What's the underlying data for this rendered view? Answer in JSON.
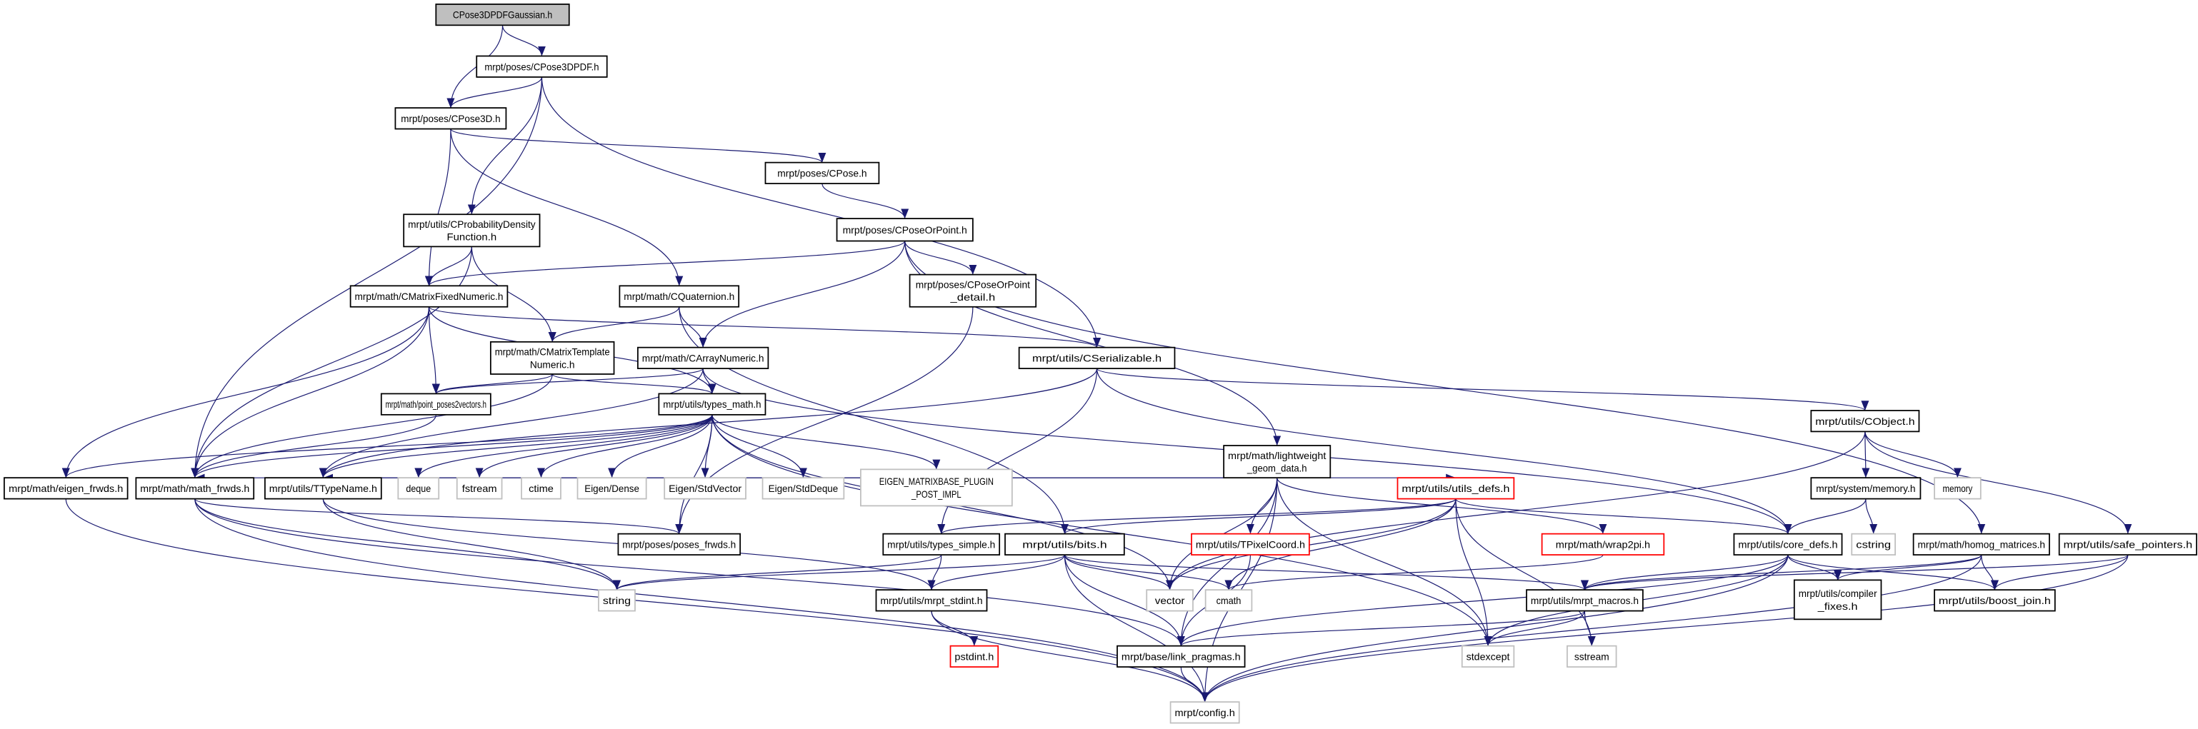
{
  "title": "CPose3DPDFGaussian.h",
  "colors": {
    "edge": "#191970",
    "root_fill": "#bfbfbf",
    "normal_stroke": "#000000",
    "external_stroke": "#bfbfbf",
    "missing_stroke": "#ff0000"
  },
  "nodes": [
    {
      "id": 1,
      "kind": "root",
      "lines": [
        "CPose3DPDFGaussian.h"
      ]
    },
    {
      "id": 2,
      "kind": "normal",
      "lines": [
        "mrpt/poses/CPose3DPDF.h"
      ]
    },
    {
      "id": 3,
      "kind": "normal",
      "lines": [
        "mrpt/poses/CPose3D.h"
      ]
    },
    {
      "id": 4,
      "kind": "normal",
      "lines": [
        "mrpt/poses/CPose.h"
      ]
    },
    {
      "id": 5,
      "kind": "normal",
      "lines": [
        "mrpt/poses/CPoseOrPoint.h"
      ]
    },
    {
      "id": 6,
      "kind": "normal",
      "lines": [
        "mrpt/utils/CProbabilityDensity",
        "Function.h"
      ]
    },
    {
      "id": 7,
      "kind": "normal",
      "lines": [
        "mrpt/math/CMatrixFixedNumeric.h"
      ]
    },
    {
      "id": 8,
      "kind": "normal",
      "lines": [
        "mrpt/math/CQuaternion.h"
      ]
    },
    {
      "id": 9,
      "kind": "normal",
      "lines": [
        "mrpt/poses/CPoseOrPoint",
        "_detail.h"
      ]
    },
    {
      "id": 10,
      "kind": "normal",
      "lines": [
        "mrpt/math/CMatrixTemplate",
        "Numeric.h"
      ]
    },
    {
      "id": 11,
      "kind": "normal",
      "lines": [
        "mrpt/math/CArrayNumeric.h"
      ]
    },
    {
      "id": 12,
      "kind": "normal",
      "lines": [
        "mrpt/utils/CSerializable.h"
      ]
    },
    {
      "id": 13,
      "kind": "normal",
      "lines": [
        "mrpt/math/point_poses2vectors.h"
      ]
    },
    {
      "id": 14,
      "kind": "normal",
      "lines": [
        "mrpt/utils/types_math.h"
      ]
    },
    {
      "id": 15,
      "kind": "normal",
      "lines": [
        "mrpt/math/lightweight",
        "_geom_data.h"
      ]
    },
    {
      "id": 16,
      "kind": "normal",
      "lines": [
        "mrpt/utils/CObject.h"
      ]
    },
    {
      "id": 17,
      "kind": "normal",
      "lines": [
        "mrpt/math/eigen_frwds.h"
      ]
    },
    {
      "id": 18,
      "kind": "normal",
      "lines": [
        "mrpt/math/math_frwds.h"
      ]
    },
    {
      "id": 19,
      "kind": "normal",
      "lines": [
        "mrpt/utils/TTypeName.h"
      ]
    },
    {
      "id": 20,
      "kind": "external",
      "lines": [
        "deque"
      ]
    },
    {
      "id": 21,
      "kind": "external",
      "lines": [
        "fstream"
      ]
    },
    {
      "id": 22,
      "kind": "external",
      "lines": [
        "ctime"
      ]
    },
    {
      "id": 23,
      "kind": "external",
      "lines": [
        "Eigen/Dense"
      ]
    },
    {
      "id": 24,
      "kind": "external",
      "lines": [
        "Eigen/StdVector"
      ]
    },
    {
      "id": 25,
      "kind": "external",
      "lines": [
        "Eigen/StdDeque"
      ]
    },
    {
      "id": 26,
      "kind": "external",
      "lines": [
        "EIGEN_MATRIXBASE_PLUGIN",
        "_POST_IMPL"
      ]
    },
    {
      "id": 27,
      "kind": "normal",
      "lines": [
        "mrpt/poses/poses_frwds.h"
      ]
    },
    {
      "id": 28,
      "kind": "missing",
      "lines": [
        "mrpt/utils/utils_defs.h"
      ]
    },
    {
      "id": 29,
      "kind": "normal",
      "lines": [
        "mrpt/utils/types_simple.h"
      ]
    },
    {
      "id": 30,
      "kind": "normal",
      "lines": [
        "mrpt/utils/bits.h"
      ]
    },
    {
      "id": 31,
      "kind": "missing",
      "lines": [
        "mrpt/utils/TPixelCoord.h"
      ]
    },
    {
      "id": 32,
      "kind": "missing",
      "lines": [
        "mrpt/math/wrap2pi.h"
      ]
    },
    {
      "id": 33,
      "kind": "normal",
      "lines": [
        "mrpt/utils/core_defs.h"
      ]
    },
    {
      "id": 34,
      "kind": "normal",
      "lines": [
        "mrpt/system/memory.h"
      ]
    },
    {
      "id": 35,
      "kind": "external",
      "lines": [
        "memory"
      ]
    },
    {
      "id": 36,
      "kind": "external",
      "lines": [
        "cstring"
      ]
    },
    {
      "id": 37,
      "kind": "normal",
      "lines": [
        "mrpt/math/homog_matrices.h"
      ]
    },
    {
      "id": 38,
      "kind": "normal",
      "lines": [
        "mrpt/utils/safe_pointers.h"
      ]
    },
    {
      "id": 39,
      "kind": "external",
      "lines": [
        "string"
      ]
    },
    {
      "id": 40,
      "kind": "normal",
      "lines": [
        "mrpt/utils/mrpt_stdint.h"
      ]
    },
    {
      "id": 41,
      "kind": "external",
      "lines": [
        "vector"
      ]
    },
    {
      "id": 42,
      "kind": "external",
      "lines": [
        "cmath"
      ]
    },
    {
      "id": 43,
      "kind": "normal",
      "lines": [
        "mrpt/utils/mrpt_macros.h"
      ]
    },
    {
      "id": 44,
      "kind": "normal",
      "lines": [
        "mrpt/utils/compiler",
        "_fixes.h"
      ]
    },
    {
      "id": 45,
      "kind": "normal",
      "lines": [
        "mrpt/utils/boost_join.h"
      ]
    },
    {
      "id": 46,
      "kind": "missing",
      "lines": [
        "pstdint.h"
      ]
    },
    {
      "id": 47,
      "kind": "normal",
      "lines": [
        "mrpt/base/link_pragmas.h"
      ]
    },
    {
      "id": 48,
      "kind": "external",
      "lines": [
        "stdexcept"
      ]
    },
    {
      "id": 49,
      "kind": "external",
      "lines": [
        "sstream"
      ]
    },
    {
      "id": 50,
      "kind": "external",
      "lines": [
        "mrpt/config.h"
      ]
    }
  ],
  "edges": [
    [
      1,
      3
    ],
    [
      1,
      2
    ],
    [
      2,
      3
    ],
    [
      2,
      6
    ],
    [
      2,
      18
    ],
    [
      2,
      12
    ],
    [
      3,
      7
    ],
    [
      3,
      8
    ],
    [
      3,
      4
    ],
    [
      4,
      5
    ],
    [
      5,
      7
    ],
    [
      5,
      11
    ],
    [
      5,
      9
    ],
    [
      5,
      15
    ],
    [
      5,
      37
    ],
    [
      6,
      7
    ],
    [
      6,
      10
    ],
    [
      6,
      18
    ],
    [
      7,
      17
    ],
    [
      7,
      18
    ],
    [
      7,
      13
    ],
    [
      7,
      14
    ],
    [
      7,
      12
    ],
    [
      8,
      10
    ],
    [
      8,
      11
    ],
    [
      8,
      30
    ],
    [
      9,
      27
    ],
    [
      10,
      13
    ],
    [
      10,
      14
    ],
    [
      10,
      18
    ],
    [
      11,
      13
    ],
    [
      11,
      14
    ],
    [
      11,
      19
    ],
    [
      11,
      33
    ],
    [
      12,
      16
    ],
    [
      12,
      33
    ],
    [
      12,
      19
    ],
    [
      12,
      29
    ],
    [
      13,
      18
    ],
    [
      14,
      17
    ],
    [
      14,
      18
    ],
    [
      14,
      19
    ],
    [
      14,
      20
    ],
    [
      14,
      21
    ],
    [
      14,
      22
    ],
    [
      14,
      23
    ],
    [
      14,
      24
    ],
    [
      14,
      25
    ],
    [
      14,
      26
    ],
    [
      14,
      27
    ],
    [
      14,
      41
    ],
    [
      14,
      48
    ],
    [
      15,
      18
    ],
    [
      15,
      19
    ],
    [
      15,
      28
    ],
    [
      15,
      31
    ],
    [
      15,
      32
    ],
    [
      15,
      41
    ],
    [
      15,
      47
    ],
    [
      15,
      48
    ],
    [
      15,
      50
    ],
    [
      16,
      34
    ],
    [
      16,
      35
    ],
    [
      16,
      38
    ],
    [
      16,
      41
    ],
    [
      17,
      50
    ],
    [
      18,
      27
    ],
    [
      18,
      39
    ],
    [
      18,
      47
    ],
    [
      18,
      50
    ],
    [
      19,
      39
    ],
    [
      19,
      40
    ],
    [
      28,
      29
    ],
    [
      28,
      30
    ],
    [
      28,
      33
    ],
    [
      28,
      41
    ],
    [
      28,
      42
    ],
    [
      28,
      48
    ],
    [
      28,
      49
    ],
    [
      29,
      39
    ],
    [
      29,
      40
    ],
    [
      30,
      39
    ],
    [
      30,
      40
    ],
    [
      30,
      41
    ],
    [
      30,
      42
    ],
    [
      30,
      43
    ],
    [
      30,
      47
    ],
    [
      30,
      50
    ],
    [
      31,
      47
    ],
    [
      32,
      42
    ],
    [
      33,
      43
    ],
    [
      33,
      44
    ],
    [
      33,
      45
    ],
    [
      33,
      47
    ],
    [
      33,
      48
    ],
    [
      33,
      50
    ],
    [
      34,
      33
    ],
    [
      34,
      36
    ],
    [
      37,
      43
    ],
    [
      37,
      44
    ],
    [
      37,
      45
    ],
    [
      37,
      50
    ],
    [
      38,
      43
    ],
    [
      38,
      45
    ],
    [
      38,
      50
    ],
    [
      40,
      46
    ],
    [
      40,
      50
    ],
    [
      43,
      47
    ],
    [
      43,
      48
    ],
    [
      43,
      49
    ],
    [
      47,
      50
    ]
  ]
}
